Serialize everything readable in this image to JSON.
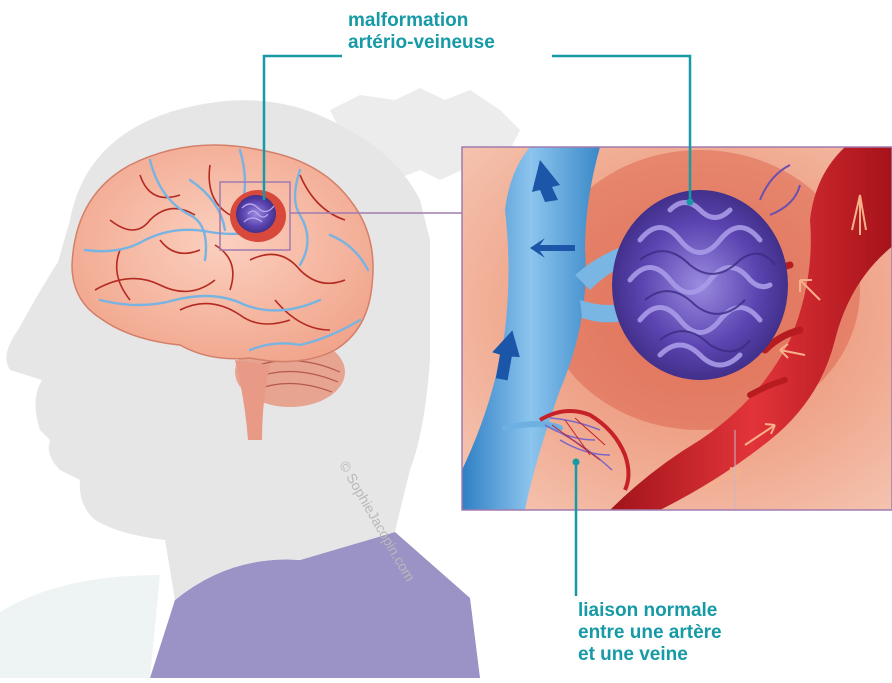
{
  "labels": {
    "avm_line1": "malformation",
    "avm_line2": "artério-veineuse",
    "normal_line1": "liaison normale",
    "normal_line2": "entre une artère",
    "normal_line3": "et une veine"
  },
  "credit": "© SophieJacopin.com",
  "colors": {
    "label": "#159aa6",
    "vein": "#5fa8dd",
    "artery": "#c81e22",
    "malformation": "#5a3f9e",
    "head_silhouette": "#e6e6e6",
    "shoulder": "#9b92c6",
    "inset_frame": "#a07bb0"
  }
}
